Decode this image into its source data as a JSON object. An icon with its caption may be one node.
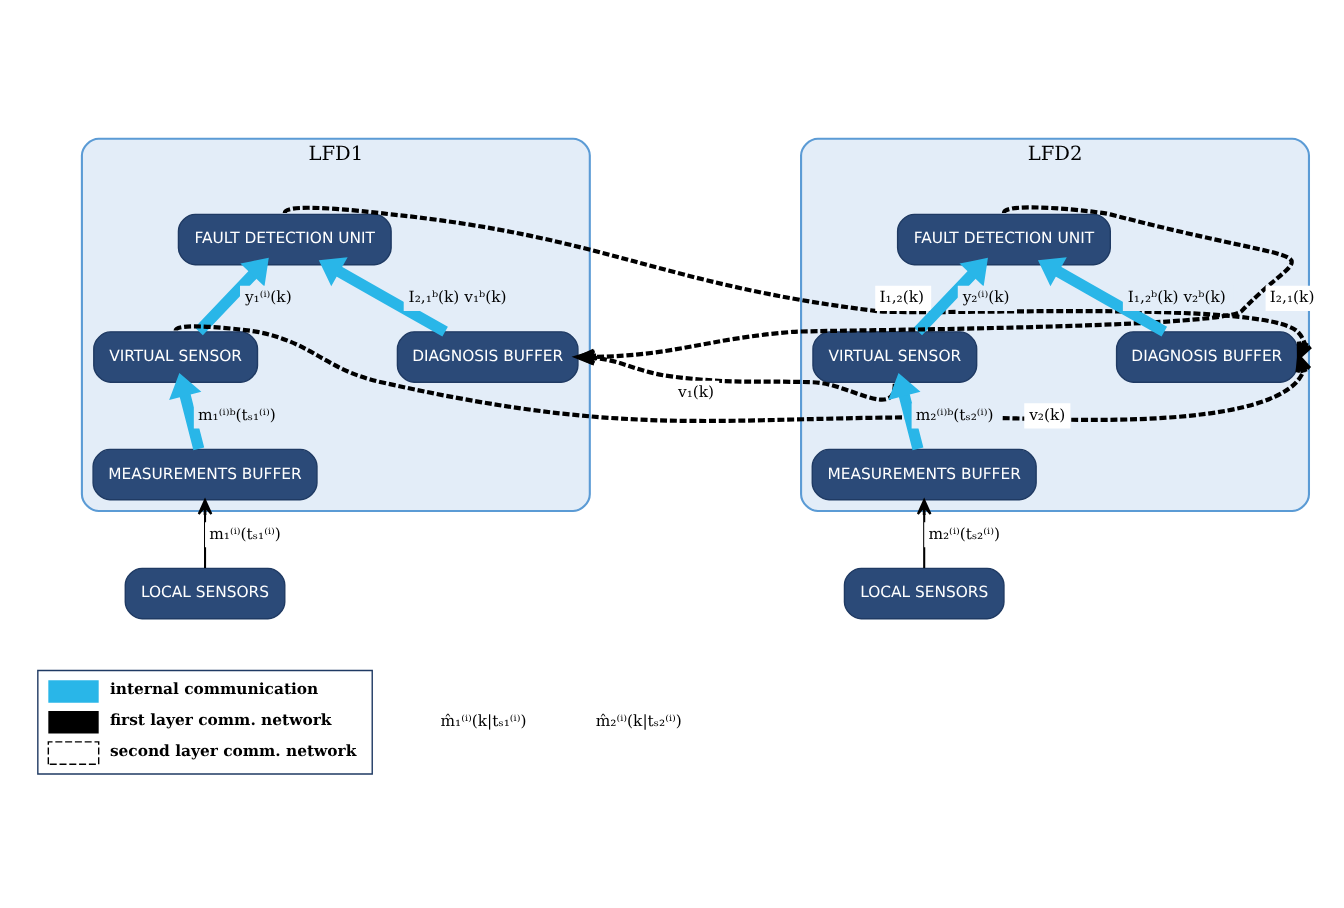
{
  "diagram": {
    "nodes": [
      {
        "text": [
          "LFD1"
        ]
      },
      {
        "text": [
          "VIRTUAL SENSOR"
        ],
        "in": 0
      },
      {
        "text": [
          "FAULT DETECTION UNIT"
        ],
        "in": 0
      },
      {
        "text": [
          "MEASUREMENTS BUFFER"
        ],
        "in": 0
      },
      {
        "text": [
          "DIAGNOSIS BUFFER"
        ],
        "in": 0
      },
      {
        "text": [
          "LOCAL SENSORS"
        ]
      },
      {
        "text": [
          "LFD2"
        ]
      },
      {
        "text": [
          "VIRTUAL SENSOR"
        ],
        "in": 6
      },
      {
        "text": [
          "FAULT DETECTION UNIT"
        ],
        "in": 6
      },
      {
        "text": [
          "MEASUREMENTS BUFFER"
        ],
        "in": 6
      },
      {
        "text": [
          "DIAGNOSIS BUFFER"
        ],
        "in": 6
      },
      {
        "text": [
          "LOCAL SENSORS"
        ]
      }
    ],
    "edges": [
      {
        "from": 5,
        "to": 3,
        "arrow": "to",
        "label": "m₁⁽ⁱ⁾(tₛ₁⁽ⁱ⁾)",
        "color": "#000000"
      },
      {
        "from": 3,
        "to": 1,
        "arrow": "to",
        "label": "m₁⁽ⁱ⁾ᵇ(tₛ₁⁽ⁱ⁾)",
        "style": "thick",
        "color": "#29b6e8"
      },
      {
        "from": 1,
        "to": 2,
        "arrow": "to",
        "label": "y₁⁽ⁱ⁾(k)",
        "style": "thick",
        "color": "#29b6e8"
      },
      {
        "from": 4,
        "to": 2,
        "arrow": "to",
        "label": "I₂,₁ᵇ(k) v₁ᵇ(k)",
        "style": "thick",
        "color": "#29b6e8"
      },
      {
        "from": 1,
        "to": 10,
        "arrow": "to",
        "label": "v₂(k)",
        "style": "dashed",
        "color": "#000000"
      },
      {
        "from": 2,
        "to": 10,
        "arrow": "to",
        "label": "I₁,₂(k)",
        "style": "dashed",
        "color": "#000000"
      },
      {
        "from": 11,
        "to": 9,
        "arrow": "to",
        "label": "m₂⁽ⁱ⁾(tₛ₂⁽ⁱ⁾)",
        "color": "#000000"
      },
      {
        "from": 9,
        "to": 7,
        "arrow": "to",
        "label": "m₂⁽ⁱ⁾ᵇ(tₛ₂⁽ⁱ⁾)",
        "style": "thick",
        "color": "#29b6e8"
      },
      {
        "from": 7,
        "to": 8,
        "arrow": "to",
        "label": "y₂⁽ⁱ⁾(k)",
        "style": "thick",
        "color": "#29b6e8"
      },
      {
        "from": 10,
        "to": 8,
        "arrow": "to",
        "label": "I₁,₂ᵇ(k) v₂ᵇ(k)",
        "style": "thick",
        "color": "#29b6e8"
      },
      {
        "from": 7,
        "to": 4,
        "arrow": "to",
        "label": "v₁(k)",
        "style": "dashed",
        "color": "#000000"
      },
      {
        "from": 8,
        "to": 4,
        "arrow": "to",
        "label": "I₂,₁(k)",
        "style": "dashed",
        "color": "#000000"
      }
    ],
    "labels": [
      "m̂₁⁽ⁱ⁾(k|tₛ₁⁽ⁱ⁾)",
      "m̂₂⁽ⁱ⁾(k|tₛ₂⁽ⁱ⁾)"
    ],
    "legend": [
      {
        "text": "internal communication"
      },
      {
        "text": "first layer comm. network"
      },
      {
        "text": "second layer comm. network"
      }
    ]
  }
}
